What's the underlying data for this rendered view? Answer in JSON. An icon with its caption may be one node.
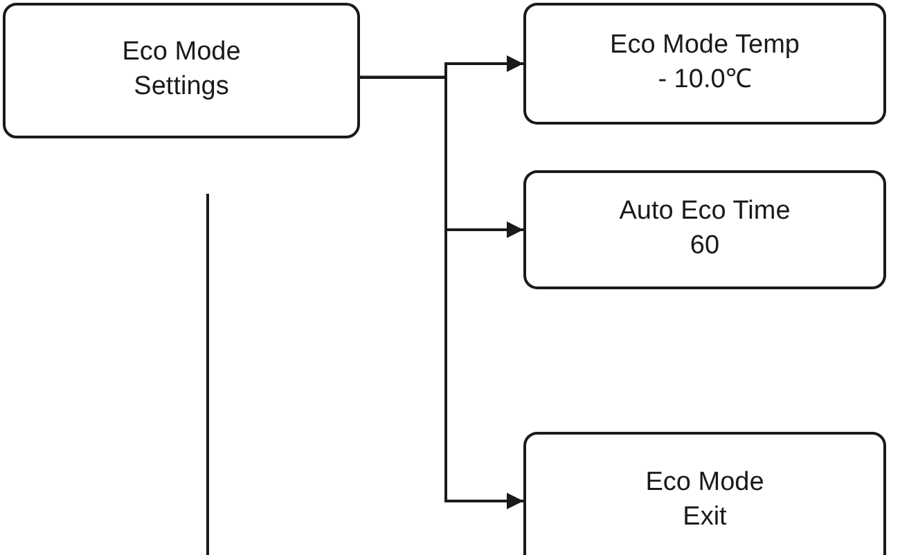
{
  "diagram": {
    "nodes": [
      {
        "text": [
          "Eco Mode",
          "Settings"
        ]
      },
      {
        "text": [
          "Eco Mode Temp",
          "- 10.0℃"
        ]
      },
      {
        "text": [
          "Auto Eco Time",
          "60"
        ]
      },
      {
        "text": [
          "Eco Mode",
          "Exit"
        ]
      }
    ],
    "edges": [
      {
        "from": 0,
        "to": 1,
        "arrow": "to"
      },
      {
        "from": 0,
        "to": 2,
        "arrow": "to"
      },
      {
        "from": 0,
        "to": 3,
        "arrow": "to"
      }
    ]
  }
}
